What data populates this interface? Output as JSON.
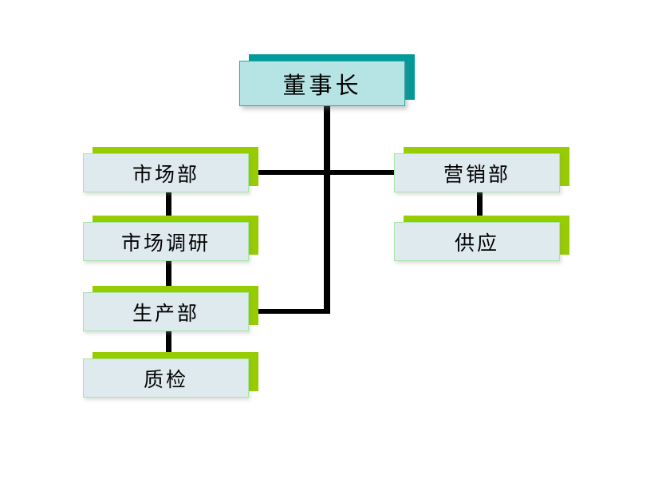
{
  "diagram": {
    "type": "organization-chart",
    "title_text": "",
    "colors": {
      "root_plate": "#009a9a",
      "root_fill": "#b6e3e3",
      "root_border": "#2aa8a8",
      "dept_plate": "#96cc00",
      "dept_fill": "#dfeaef",
      "dept_border": "#a6e6a6",
      "connector": "#000000",
      "background": "#ffffff"
    },
    "root": {
      "id": "chairman",
      "label": "董事长"
    },
    "left_branch": [
      {
        "id": "marketing-dept",
        "label": "市场部"
      },
      {
        "id": "market-research",
        "label": "市场调研"
      },
      {
        "id": "production-dept",
        "label": "生产部"
      },
      {
        "id": "quality-inspection",
        "label": "质检"
      }
    ],
    "right_branch": [
      {
        "id": "sales-dept",
        "label": "营销部"
      },
      {
        "id": "supply",
        "label": "供应"
      }
    ],
    "connections": [
      {
        "from": "chairman",
        "to": "trunk"
      },
      {
        "from": "trunk",
        "to": "marketing-dept"
      },
      {
        "from": "trunk",
        "to": "sales-dept"
      },
      {
        "from": "trunk",
        "to": "production-dept"
      },
      {
        "from": "marketing-dept",
        "to": "market-research"
      },
      {
        "from": "market-research",
        "to": "production-dept"
      },
      {
        "from": "production-dept",
        "to": "quality-inspection"
      },
      {
        "from": "sales-dept",
        "to": "supply"
      }
    ]
  }
}
